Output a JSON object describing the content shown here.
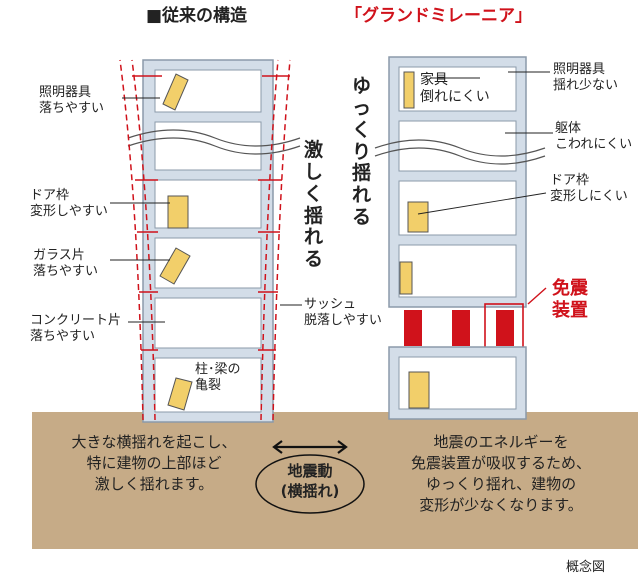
{
  "left_title": "■従来の構造",
  "right_title": "「グランドミレーニア」",
  "left_labels": {
    "lighting": "照明器具\n落ちやすい",
    "door": "ドア枠\n変形しやすい",
    "glass": "ガラス片\n落ちやすい",
    "concrete": "コンクリート片\n落ちやすい",
    "sash": "サッシュ\n脱落しやすい",
    "crack": "柱･梁の\n亀裂"
  },
  "left_shake": "激しく揺れる",
  "right_shake": "ゆっくり揺れる",
  "right_labels": {
    "furniture": "家具\n倒れにくい",
    "lighting": "照明器具\n揺れ少ない",
    "frame": "躯体\nこわれにくい",
    "door": "ドア枠\n変形しにくい"
  },
  "isolation_device": "免震\n装置",
  "ground": {
    "left_text": "大きな横揺れを起こし、\n特に建物の上部ほど\n激しく揺れます。",
    "center_text": "地震動\n(横揺れ)",
    "right_text": "地震のエネルギーを\n免震装置が吸収するため、\nゆっくり揺れ、建物の\n変形が少なくなります。"
  },
  "caption": "概念図",
  "colors": {
    "ground": "#c6ab87",
    "frame_fill": "#d3dde8",
    "frame_stroke": "#8b9aaa",
    "accent_red": "#d0121b",
    "furniture": "#f2cf6a"
  }
}
